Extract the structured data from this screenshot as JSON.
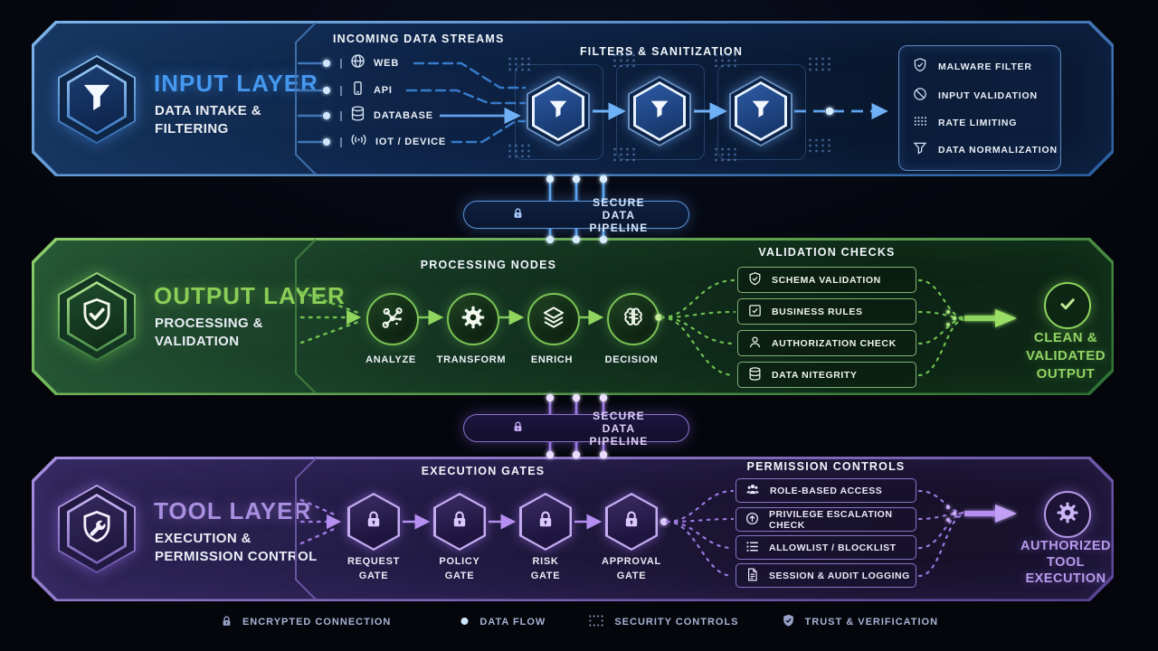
{
  "palette": {
    "blue": "#4598f0",
    "green": "#8ace57",
    "purple": "#a98fe0"
  },
  "input_layer": {
    "title": "INPUT LAYER",
    "subtitle_1": "DATA INTAKE &",
    "subtitle_2": "FILTERING",
    "streams_heading": "INCOMING DATA STREAMS",
    "sources": [
      {
        "icon": "globe-icon",
        "label": "WEB"
      },
      {
        "icon": "device-icon",
        "label": "API"
      },
      {
        "icon": "database-icon",
        "label": "DATABASE"
      },
      {
        "icon": "signal-icon",
        "label": "IOT / DEVICE"
      }
    ],
    "filters_heading": "FILTERS & SANITIZATION",
    "features": [
      {
        "icon": "shield-check-icon",
        "label": "MALWARE FILTER"
      },
      {
        "icon": "no-entry-icon",
        "label": "INPUT VALIDATION"
      },
      {
        "icon": "dots-grid-icon",
        "label": "RATE LIMITING"
      },
      {
        "icon": "funnel-icon",
        "label": "DATA NORMALIZATION"
      }
    ]
  },
  "pipeline_top": {
    "label": "SECURE DATA PIPELINE"
  },
  "output_layer": {
    "title": "OUTPUT LAYER",
    "subtitle_1": "PROCESSING &",
    "subtitle_2": "VALIDATION",
    "nodes_heading": "PROCESSING NODES",
    "nodes": [
      {
        "icon": "network-icon",
        "label": "ANALYZE"
      },
      {
        "icon": "gear-icon",
        "label": "TRANSFORM"
      },
      {
        "icon": "layers-icon",
        "label": "ENRICH"
      },
      {
        "icon": "brain-icon",
        "label": "DECISION"
      }
    ],
    "checks_heading": "VALIDATION CHECKS",
    "checks": [
      {
        "icon": "shield-check-icon",
        "label": "SCHEMA VALIDATION"
      },
      {
        "icon": "checkbox-icon",
        "label": "BUSINESS RULES"
      },
      {
        "icon": "person-icon",
        "label": "AUTHORIZATION CHECK"
      },
      {
        "icon": "database-icon",
        "label": "DATA NITEGRITY"
      }
    ],
    "output_1": "CLEAN &",
    "output_2": "VALIDATED",
    "output_3": "OUTPUT"
  },
  "pipeline_bottom": {
    "label": "SECURE DATA PIPELINE"
  },
  "tool_layer": {
    "title": "TOOL LAYER",
    "subtitle_1": "EXECUTION &",
    "subtitle_2": "PERMISSION CONTROL",
    "gates_heading": "EXECUTION GATES",
    "gates": [
      {
        "label_1": "REQUEST",
        "label_2": "GATE"
      },
      {
        "label_1": "POLICY",
        "label_2": "GATE"
      },
      {
        "label_1": "RISK",
        "label_2": "GATE"
      },
      {
        "label_1": "APPROVAL",
        "label_2": "GATE"
      }
    ],
    "controls_heading": "PERMISSION CONTROLS",
    "controls": [
      {
        "icon": "people-icon",
        "label": "ROLE-BASED ACCESS"
      },
      {
        "icon": "arrow-up-circle-icon",
        "label": "PRIVILEGE ESCALATION CHECK"
      },
      {
        "icon": "list-icon",
        "label": "ALLOWLIST / BLOCKLIST"
      },
      {
        "icon": "document-icon",
        "label": "SESSION & AUDIT LOGGING"
      }
    ],
    "output_1": "AUTHORIZED",
    "output_2": "TOOL",
    "output_3": "EXECUTION"
  },
  "legend": {
    "items": [
      {
        "icon": "lock-icon",
        "label": "ENCRYPTED CONNECTION"
      },
      {
        "icon": "data-flow-icon",
        "label": "DATA FLOW"
      },
      {
        "icon": "dots-grid-icon",
        "label": "SECURITY CONTROLS"
      },
      {
        "icon": "shield-check-icon",
        "label": "TRUST & VERIFICATION"
      }
    ]
  }
}
